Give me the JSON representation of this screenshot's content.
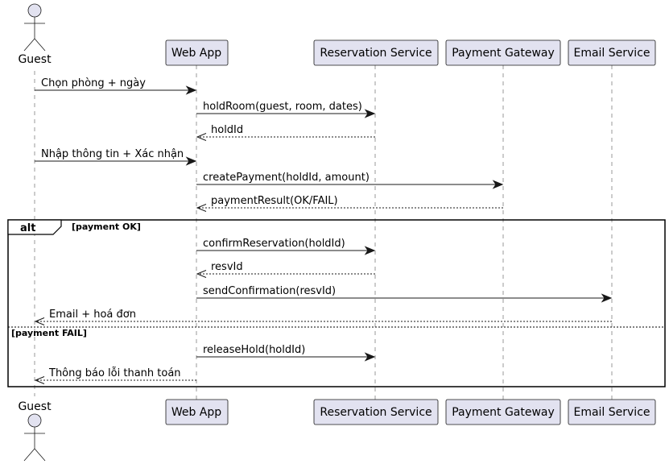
{
  "participants": [
    {
      "id": "guest",
      "label": "Guest",
      "kind": "actor"
    },
    {
      "id": "webapp",
      "label": "Web App",
      "kind": "participant"
    },
    {
      "id": "reservation",
      "label": "Reservation Service",
      "kind": "participant"
    },
    {
      "id": "payment",
      "label": "Payment Gateway",
      "kind": "participant"
    },
    {
      "id": "email",
      "label": "Email Service",
      "kind": "participant"
    }
  ],
  "messages": [
    {
      "from": "guest",
      "to": "webapp",
      "label": "Chọn phòng + ngày",
      "style": "solid"
    },
    {
      "from": "webapp",
      "to": "reservation",
      "label": "holdRoom(guest, room, dates)",
      "style": "solid"
    },
    {
      "from": "reservation",
      "to": "webapp",
      "label": "holdId",
      "style": "dashed"
    },
    {
      "from": "guest",
      "to": "webapp",
      "label": "Nhập thông tin + Xác nhận",
      "style": "solid"
    },
    {
      "from": "webapp",
      "to": "payment",
      "label": "createPayment(holdId, amount)",
      "style": "solid"
    },
    {
      "from": "payment",
      "to": "webapp",
      "label": "paymentResult(OK/FAIL)",
      "style": "dashed"
    },
    {
      "from": "webapp",
      "to": "reservation",
      "label": "confirmReservation(holdId)",
      "style": "solid"
    },
    {
      "from": "reservation",
      "to": "webapp",
      "label": "resvId",
      "style": "dashed"
    },
    {
      "from": "webapp",
      "to": "email",
      "label": "sendConfirmation(resvId)",
      "style": "solid"
    },
    {
      "from": "email",
      "to": "guest",
      "label": "Email + hoá đơn",
      "style": "dashed"
    },
    {
      "from": "webapp",
      "to": "reservation",
      "label": "releaseHold(holdId)",
      "style": "solid"
    },
    {
      "from": "webapp",
      "to": "guest",
      "label": "Thông báo lỗi thanh toán",
      "style": "dashed"
    }
  ],
  "alt_fragment": {
    "keyword": "alt",
    "guard_ok": "[payment OK]",
    "guard_fail": "[payment FAIL]"
  },
  "colors": {
    "participant_fill": "#E2E2F0",
    "border": "#181818",
    "lifeline": "#999999"
  }
}
